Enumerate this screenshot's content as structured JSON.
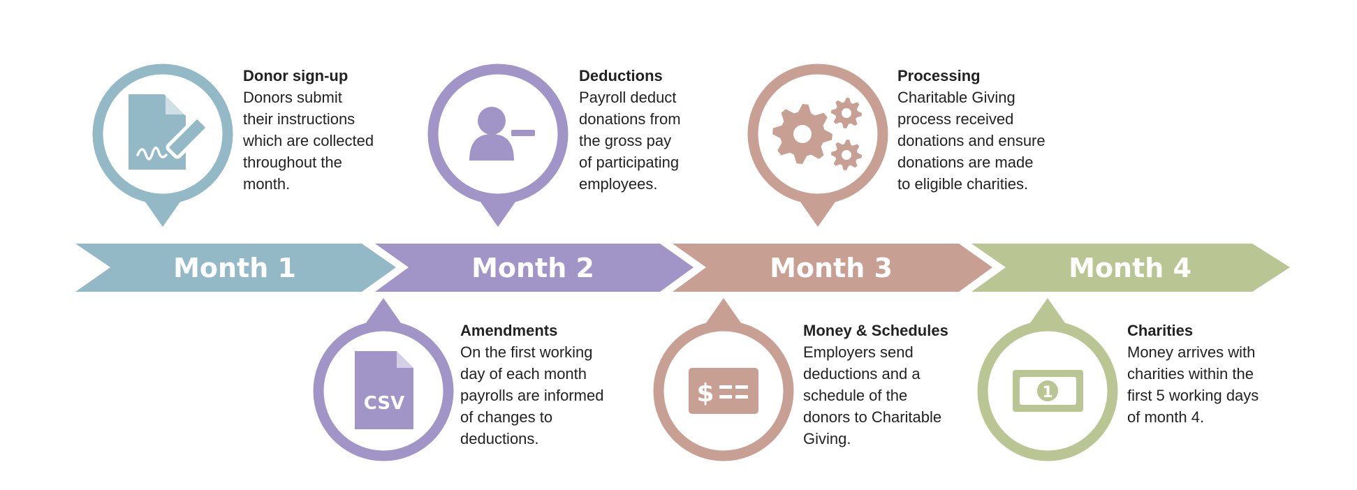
{
  "colors": {
    "blue": "#93b9c6",
    "purple": "#a195c7",
    "rose": "#c7a093",
    "green": "#b9c693",
    "text": "#222222",
    "background": "#ffffff"
  },
  "months": [
    {
      "label": "Month 1",
      "color": "blue"
    },
    {
      "label": "Month 2",
      "color": "purple"
    },
    {
      "label": "Month 3",
      "color": "rose"
    },
    {
      "label": "Month 4",
      "color": "green"
    }
  ],
  "steps": [
    {
      "id": "donor-signup",
      "title": "Donor sign-up",
      "lines": [
        "Donors submit",
        "their instructions",
        "which are collected",
        "throughout the",
        "month."
      ],
      "icon": "signature-document-icon",
      "color": "blue"
    },
    {
      "id": "deductions",
      "title": "Deductions",
      "lines": [
        "Payroll deduct",
        "donations from",
        "the gross pay",
        "of participating",
        "employees."
      ],
      "icon": "person-minus-icon",
      "color": "purple"
    },
    {
      "id": "processing",
      "title": "Processing",
      "lines": [
        "Charitable Giving",
        "process received",
        "donations and ensure",
        "donations are made",
        "to eligible charities."
      ],
      "icon": "gears-icon",
      "color": "rose"
    },
    {
      "id": "amendments",
      "title": "Amendments",
      "lines": [
        "On the first working",
        "day of each month",
        "payrolls are informed",
        "of changes to",
        "deductions."
      ],
      "icon": "csv-file-icon",
      "icon_text": "CSV",
      "color": "purple"
    },
    {
      "id": "money-schedules",
      "title": "Money & Schedules",
      "lines": [
        "Employers send",
        "deductions and a",
        "schedule of the",
        "donors to Charitable",
        "Giving."
      ],
      "icon": "cheque-icon",
      "icon_text": "$",
      "color": "rose"
    },
    {
      "id": "charities",
      "title": "Charities",
      "lines": [
        "Money arrives with",
        "charities within the",
        "first 5 working days",
        "of month 4."
      ],
      "icon": "banknote-icon",
      "icon_text": "1",
      "color": "green"
    }
  ]
}
